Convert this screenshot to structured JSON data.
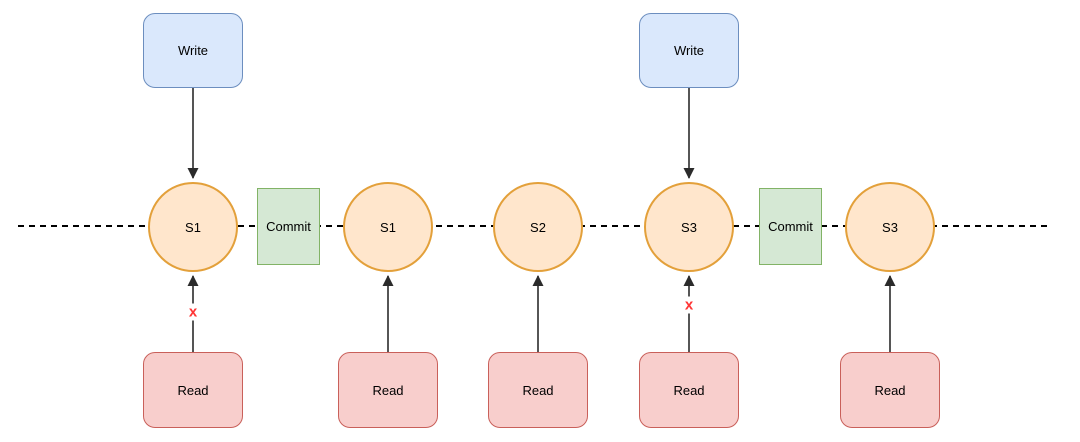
{
  "diagram": {
    "description": "Snapshot timeline diagram with write/read operations and commits",
    "timeline": {
      "style": "dashed",
      "orientation": "horizontal"
    },
    "writes": [
      {
        "id": "write-1",
        "label": "Write"
      },
      {
        "id": "write-2",
        "label": "Write"
      }
    ],
    "snapshots": [
      {
        "id": "s1-a",
        "label": "S1"
      },
      {
        "id": "s1-b",
        "label": "S1"
      },
      {
        "id": "s2",
        "label": "S2"
      },
      {
        "id": "s3-a",
        "label": "S3"
      },
      {
        "id": "s3-b",
        "label": "S3"
      }
    ],
    "commits": [
      {
        "id": "commit-1",
        "label": "Commit"
      },
      {
        "id": "commit-2",
        "label": "Commit"
      }
    ],
    "reads": [
      {
        "id": "read-1",
        "label": "Read"
      },
      {
        "id": "read-2",
        "label": "Read"
      },
      {
        "id": "read-3",
        "label": "Read"
      },
      {
        "id": "read-4",
        "label": "Read"
      },
      {
        "id": "read-5",
        "label": "Read"
      }
    ],
    "blocked_marks": [
      {
        "id": "x-1",
        "label": "x",
        "on_edge": "read-1 to s1-a"
      },
      {
        "id": "x-2",
        "label": "x",
        "on_edge": "read-4 to s3-a"
      }
    ],
    "edges": [
      {
        "from": "write-1",
        "to": "s1-a",
        "direction": "down",
        "blocked": false
      },
      {
        "from": "read-1",
        "to": "s1-a",
        "direction": "up",
        "blocked": true
      },
      {
        "from": "read-2",
        "to": "s1-b",
        "direction": "up",
        "blocked": false
      },
      {
        "from": "read-3",
        "to": "s2",
        "direction": "up",
        "blocked": false
      },
      {
        "from": "write-2",
        "to": "s3-a",
        "direction": "down",
        "blocked": false
      },
      {
        "from": "read-4",
        "to": "s3-a",
        "direction": "up",
        "blocked": true
      },
      {
        "from": "read-5",
        "to": "s3-b",
        "direction": "up",
        "blocked": false
      }
    ]
  },
  "theme": {
    "write_fill": "#dae8fc",
    "write_stroke": "#6c8ebf",
    "snapshot_fill": "#ffe6cc",
    "snapshot_stroke": "#e3a03a",
    "commit_fill": "#d5e8d4",
    "commit_stroke": "#82b366",
    "read_fill": "#f8cecc",
    "read_stroke": "#c9605a",
    "line_color": "#2b2b2b",
    "timeline_color": "#000000",
    "blocked_mark_color": "#ff3333",
    "text_color": "#000000"
  }
}
